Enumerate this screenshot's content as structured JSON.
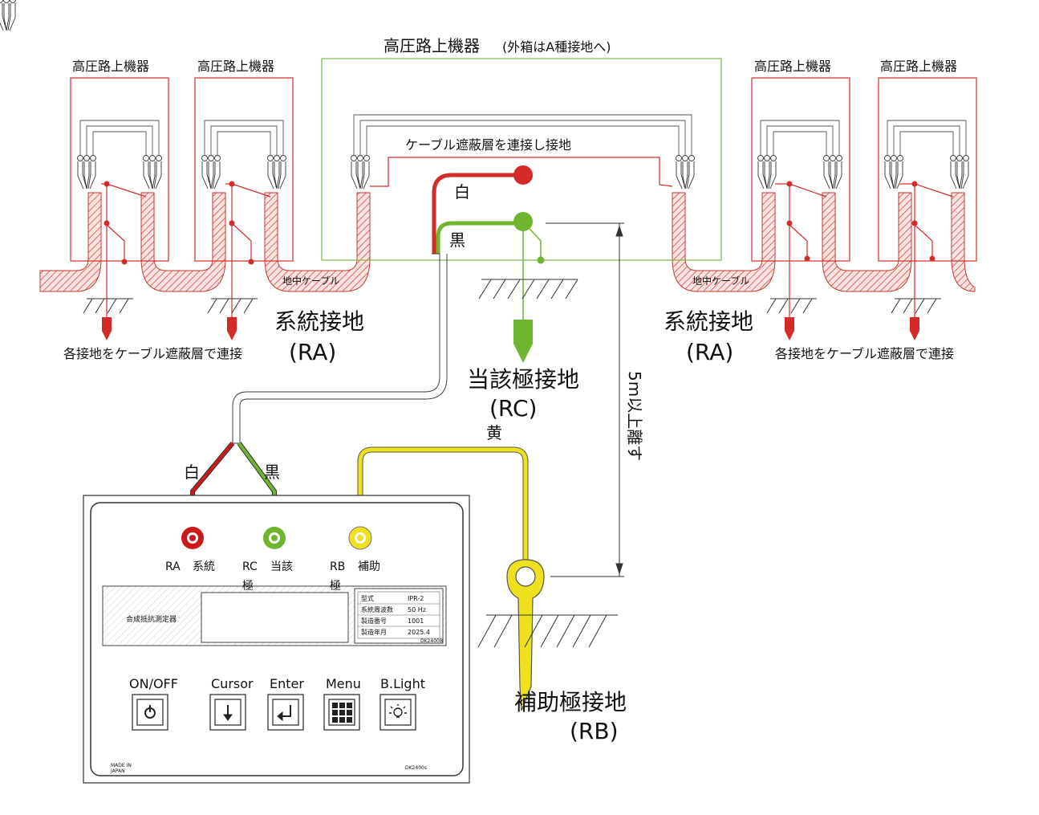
{
  "labels": {
    "top_center": "高圧路上機器",
    "top_center_note": "(外箱はA種接地へ)",
    "hv_device": "高圧路上機器",
    "shield_connect": "ケーブル遮蔽層を連接し接地",
    "white": "白",
    "black": "黒",
    "yellow": "黄",
    "underground_cable": "地中ケーブル",
    "system_ground": "系統接地",
    "system_ground_code": "(RA)",
    "each_ground_note": "各接地をケーブル遮蔽層で連接",
    "target_ground": "当該極接地",
    "target_ground_code": "(RC)",
    "aux_ground": "補助極接地",
    "aux_ground_code": "(RB)",
    "distance_note": "5m以上離す"
  },
  "device": {
    "terminals": [
      {
        "code": "RA",
        "name": "系統",
        "color": "#cc1a1a"
      },
      {
        "code": "RC",
        "sub": "極",
        "name": "当該",
        "color": "#6fb52e"
      },
      {
        "code": "RB",
        "sub": "極",
        "name": "補助",
        "color": "#e8d21a"
      }
    ],
    "device_name": "合成抵抗測定器",
    "plate": [
      {
        "k": "型式",
        "v": "IPR-2"
      },
      {
        "k": "系統周波数",
        "v": "50 Hz"
      },
      {
        "k": "製造番号",
        "v": "1001"
      },
      {
        "k": "製造年月",
        "v": "2025.4"
      }
    ],
    "plate_code": "DK2400B",
    "buttons": [
      {
        "label": "ON/OFF",
        "icon": "power-icon"
      },
      {
        "label": "Cursor",
        "icon": "arrow-down-icon"
      },
      {
        "label": "Enter",
        "icon": "enter-icon"
      },
      {
        "label": "Menu",
        "icon": "grid-icon"
      },
      {
        "label": "B.Light",
        "icon": "bulb-icon"
      }
    ],
    "made_in_1": "MADE IN",
    "made_in_2": "JAPAN",
    "model_code": "DK2400s"
  },
  "colors": {
    "red": "#cc1a1a",
    "green": "#6fb52e",
    "yellow": "#e8d21a",
    "box_red": "#d42a2a",
    "box_green": "#7ab648"
  }
}
